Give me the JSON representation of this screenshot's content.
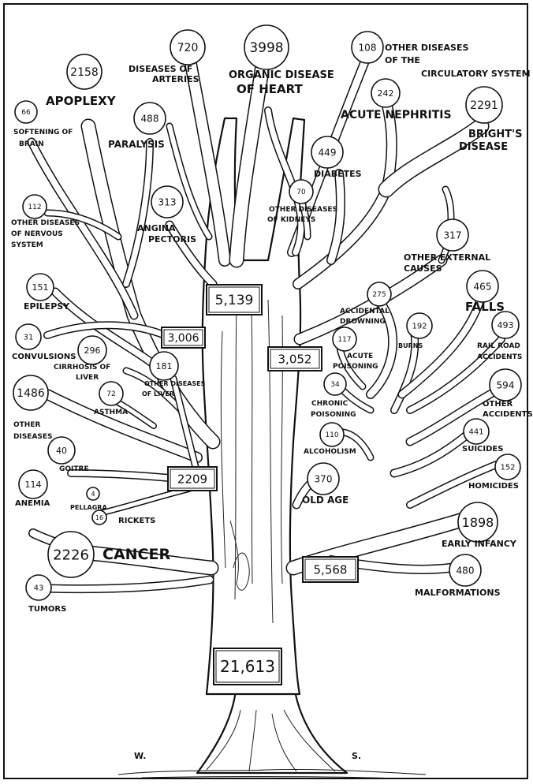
{
  "causes": [
    {
      "id": "apoplexy",
      "value": "2158",
      "label": "APOPLEXY"
    },
    {
      "id": "softening-of-brain",
      "value": "66",
      "label": "SOFTENING OF BRAIN"
    },
    {
      "id": "paralysis",
      "value": "488",
      "label": "PARALYSIS"
    },
    {
      "id": "diseases-of-arteries",
      "value": "720",
      "label": "DISEASES OF ARTERIES"
    },
    {
      "id": "organic-disease-of-heart",
      "value": "3998",
      "label": "ORGANIC DISEASE OF HEART"
    },
    {
      "id": "other-circulatory",
      "value": "108",
      "label": "OTHER DISEASES OF THE CIRCULATORY SYSTEM"
    },
    {
      "id": "acute-nephritis",
      "value": "242",
      "label": "ACUTE NEPHRITIS"
    },
    {
      "id": "brights-disease",
      "value": "2291",
      "label": "BRIGHT'S DISEASE"
    },
    {
      "id": "diabetes",
      "value": "449",
      "label": "DIABETES"
    },
    {
      "id": "other-diseases-of-kidneys",
      "value": "70",
      "label": "OTHER DISEASES OF KIDNEYS"
    },
    {
      "id": "angina-pectoris",
      "value": "313",
      "label": "ANGINA PECTORIS"
    },
    {
      "id": "other-nervous-system",
      "value": "112",
      "label": "OTHER DISEASES OF NERVOUS SYSTEM"
    },
    {
      "id": "epilepsy",
      "value": "151",
      "label": "EPILEPSY"
    },
    {
      "id": "convulsions",
      "value": "31",
      "label": "CONVULSIONS"
    },
    {
      "id": "cirrhosis-of-liver",
      "value": "296",
      "label": "CIRRHOSIS OF LIVER"
    },
    {
      "id": "other-diseases-of-liver",
      "value": "181",
      "label": "OTHER DISEASES OF LIVER"
    },
    {
      "id": "asthma",
      "value": "72",
      "label": "ASTHMA"
    },
    {
      "id": "other-diseases",
      "value": "1486",
      "label": "OTHER DISEASES"
    },
    {
      "id": "goitre",
      "value": "40",
      "label": "GOITRE"
    },
    {
      "id": "anemia",
      "value": "114",
      "label": "ANEMIA"
    },
    {
      "id": "pellagra",
      "value": "4",
      "label": "PELLAGRA"
    },
    {
      "id": "rickets",
      "value": "16",
      "label": "RICKETS"
    },
    {
      "id": "cancer",
      "value": "2226",
      "label": "CANCER"
    },
    {
      "id": "tumors",
      "value": "43",
      "label": "TUMORS"
    },
    {
      "id": "other-external-causes",
      "value": "317",
      "label": "OTHER EXTERNAL CAUSES"
    },
    {
      "id": "falls",
      "value": "465",
      "label": "FALLS"
    },
    {
      "id": "accidental-drowning",
      "value": "275",
      "label": "ACCIDENTAL DROWNING"
    },
    {
      "id": "burns",
      "value": "192",
      "label": "BURNS"
    },
    {
      "id": "rail-road-accidents",
      "value": "493",
      "label": "RAIL ROAD ACCIDENTS"
    },
    {
      "id": "acute-poisoning",
      "value": "117",
      "label": "ACUTE POISONING"
    },
    {
      "id": "other-accidents",
      "value": "594",
      "label": "OTHER ACCIDENTS"
    },
    {
      "id": "chronic-poisoning",
      "value": "34",
      "label": "CHRONIC POISONING"
    },
    {
      "id": "suicides",
      "value": "441",
      "label": "SUICIDES"
    },
    {
      "id": "alcoholism",
      "value": "110",
      "label": "ALCOHOLISM"
    },
    {
      "id": "homicides",
      "value": "152",
      "label": "HOMICIDES"
    },
    {
      "id": "old-age",
      "value": "370",
      "label": "OLD AGE"
    },
    {
      "id": "early-infancy",
      "value": "1898",
      "label": "EARLY INFANCY"
    },
    {
      "id": "malformations",
      "value": "480",
      "label": "MALFORMATIONS"
    }
  ],
  "totals": [
    {
      "id": "heart-and-circulation",
      "value": "5,139"
    },
    {
      "id": "nervous-system",
      "value": "3,006"
    },
    {
      "id": "kidneys-and-external",
      "value": "3,052"
    },
    {
      "id": "general-diseases",
      "value": "2209"
    },
    {
      "id": "infancy-and-old-age",
      "value": "5,568"
    },
    {
      "id": "grand-total",
      "value": "21,613"
    }
  ],
  "signature": [
    "W.",
    "S."
  ]
}
